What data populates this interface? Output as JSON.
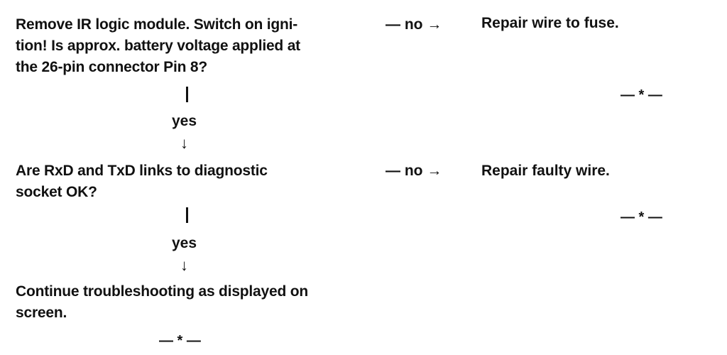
{
  "steps": [
    {
      "question_lines": [
        "Remove IR logic module. Switch on igni-",
        "tion! Is approx. battery voltage applied at",
        "the 26-pin connector Pin 8?"
      ],
      "no_label": "— no →",
      "no_action": "Repair wire to fuse.",
      "no_end_mark": "— * —",
      "yes_label": "yes",
      "yes_arrow": "↓"
    },
    {
      "question_lines": [
        "Are RxD and TxD links to diagnostic",
        "socket OK?"
      ],
      "no_label": "— no →",
      "no_action": "Repair faulty wire.",
      "no_end_mark": "— * —",
      "yes_label": "yes",
      "yes_arrow": "↓"
    }
  ],
  "final": {
    "lines": [
      "Continue troubleshooting as displayed on",
      "screen."
    ],
    "end_mark": "— * —"
  }
}
